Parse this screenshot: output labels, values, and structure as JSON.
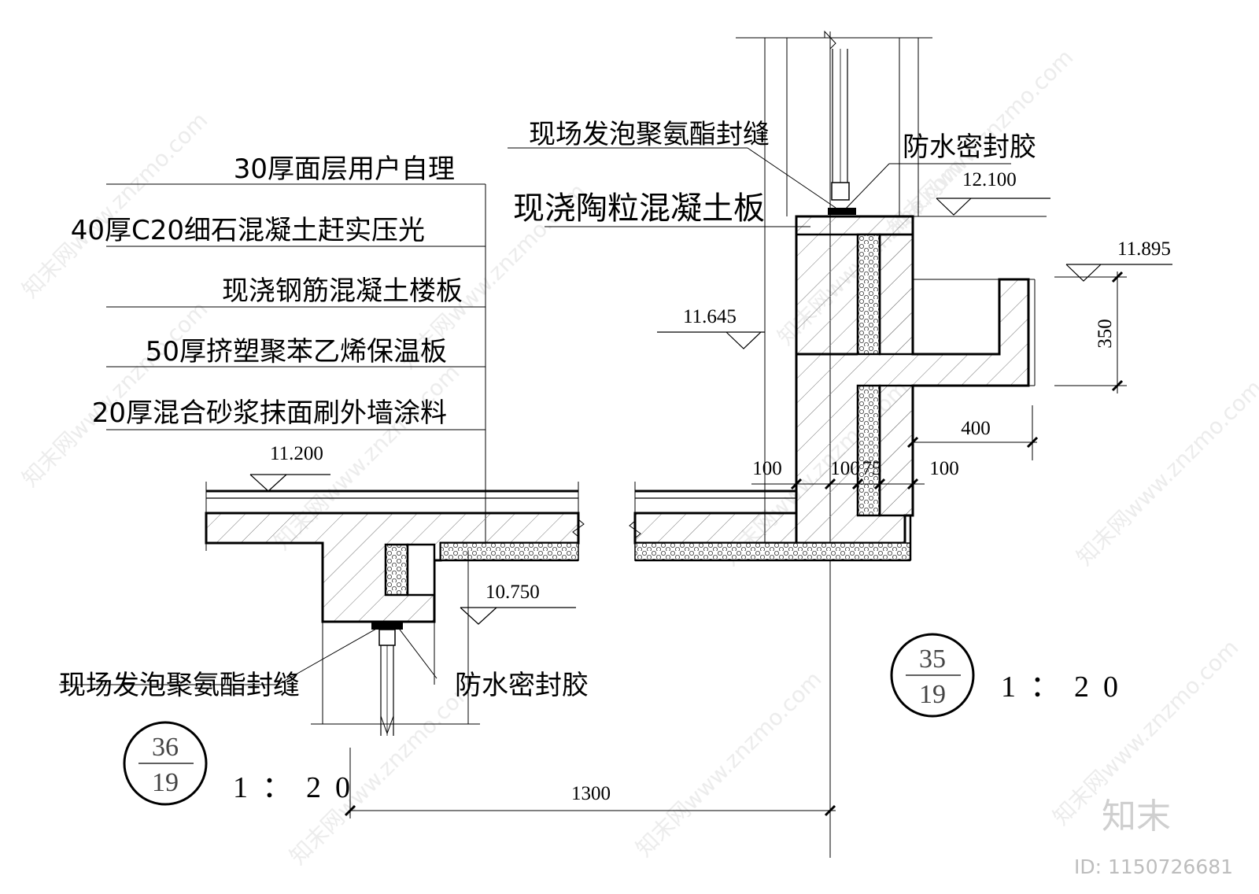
{
  "layer_labels": {
    "l1": "30厚面层用户自理",
    "l2": "40厚C20细石混凝土赶实压光",
    "l3": "现浇钢筋混凝土楼板",
    "l4": "50厚挤塑聚苯乙烯保温板",
    "l5": "20厚混合砂浆抹面刷外墙涂料"
  },
  "callouts": {
    "foam_top": "现场发泡聚氨酯封缝",
    "sealant_top": "防水密封胶",
    "slab_title": "现浇陶粒混凝土板",
    "foam_bottom": "现场发泡聚氨酯封缝",
    "sealant_bottom": "防水密封胶"
  },
  "elevations": {
    "e12100": "12.100",
    "e11895": "11.895",
    "e11645": "11.645",
    "e11200": "11.200",
    "e10750": "10.750"
  },
  "dimensions": {
    "d350": "350",
    "d400": "400",
    "d100a": "100",
    "d100b": "100",
    "d75": "75",
    "d100c": "100",
    "d1300": "1300"
  },
  "detail_marks": {
    "left": {
      "top": "36",
      "bottom": "19",
      "scale": "1：20"
    },
    "right": {
      "top": "35",
      "bottom": "19",
      "scale": "1：20"
    }
  },
  "watermark": {
    "brand": "知末",
    "id": "ID: 1150726681",
    "text": "知末网www.znzmo.com"
  }
}
